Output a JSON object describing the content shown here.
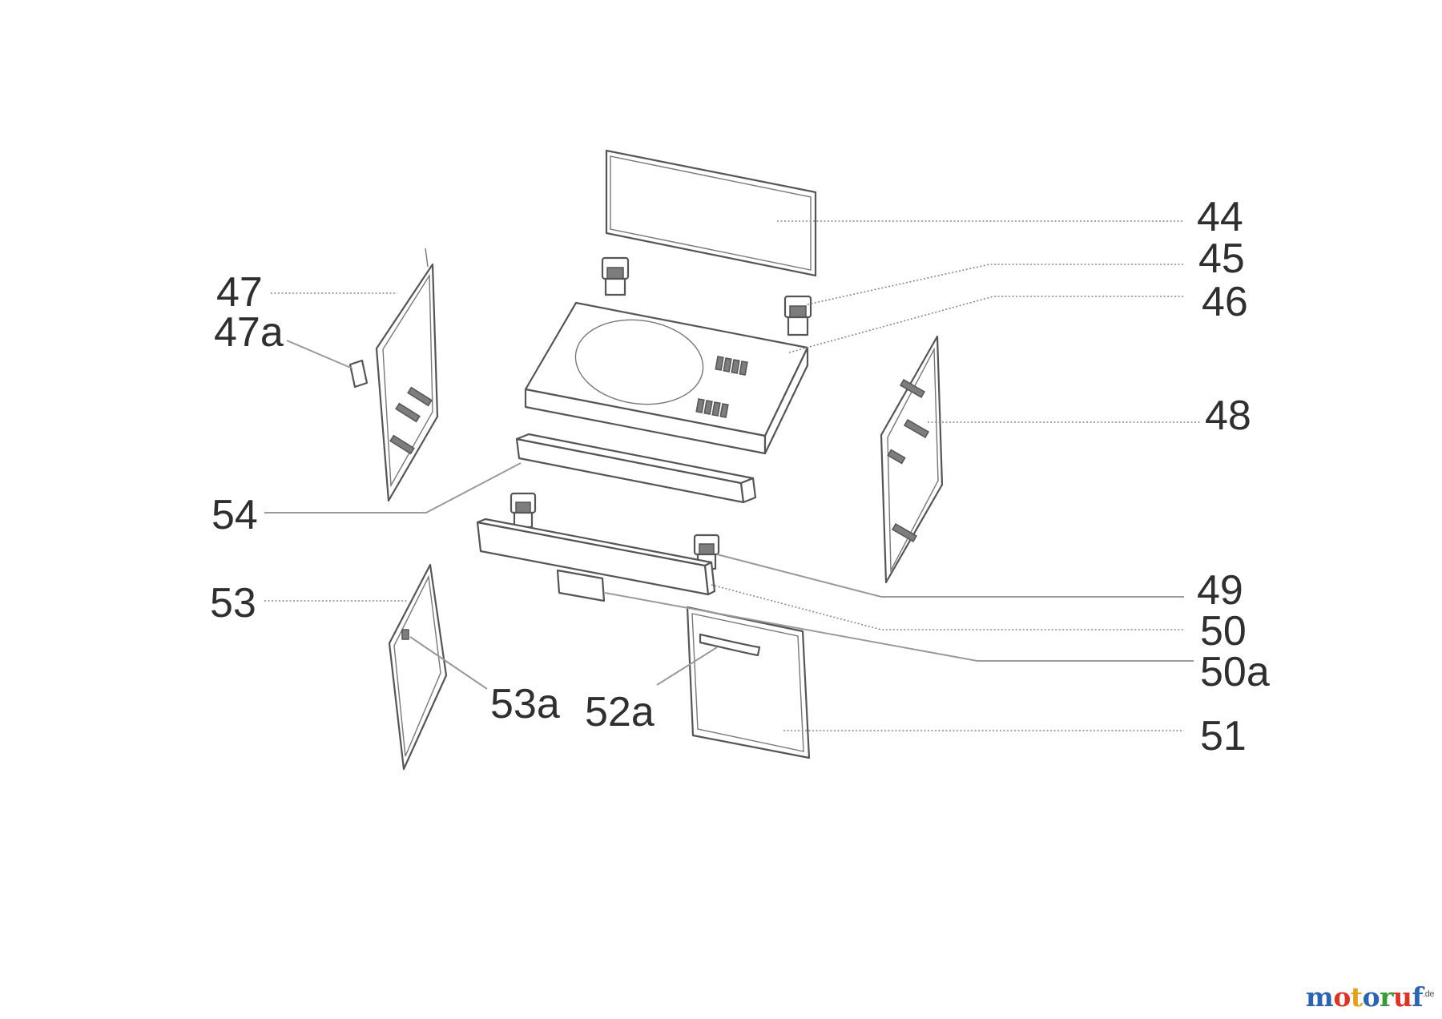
{
  "labels": {
    "l44": "44",
    "l45": "45",
    "l46": "46",
    "l47": "47",
    "l47a": "47a",
    "l48": "48",
    "l49": "49",
    "l50": "50",
    "l50a": "50a",
    "l51": "51",
    "l52a": "52a",
    "l53": "53",
    "l53a": "53a",
    "l54": "54"
  },
  "watermark": {
    "text": "motoruf",
    "suffix": ".de",
    "colors": [
      "#2e63b0",
      "#d9362a",
      "#e0a21c",
      "#2e63b0",
      "#3a9a3a",
      "#d9362a",
      "#2e63b0"
    ]
  }
}
